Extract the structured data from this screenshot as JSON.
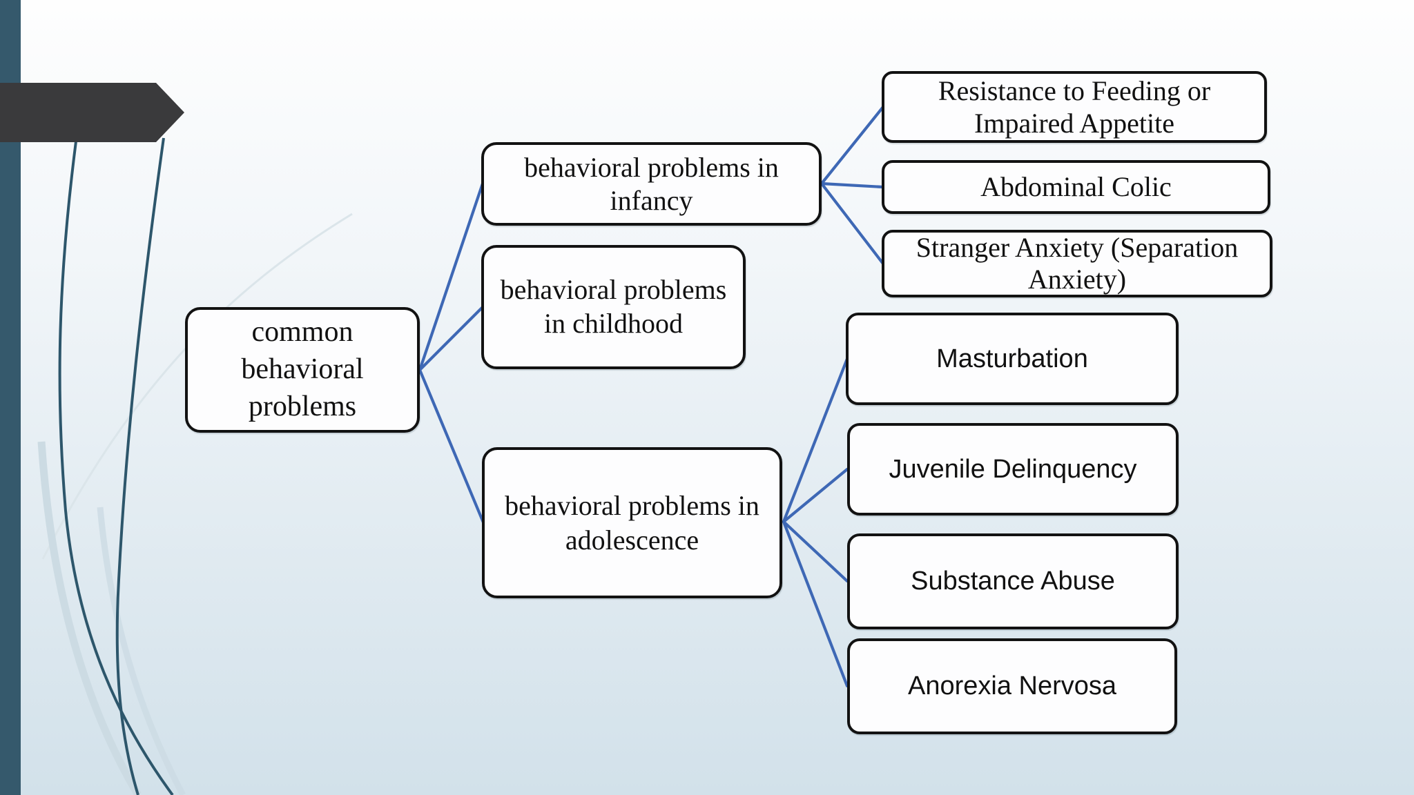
{
  "colors": {
    "connector_blue": "#3e68b5",
    "box_border": "#121212",
    "box_fill": "#fdfdfe",
    "accent_bar_teal": "#35596c",
    "arrow_charcoal": "#3a3a3c",
    "swoosh_dark": "#2d566b",
    "swoosh_light": "#ccdbe3",
    "background_top": "#fefefe",
    "background_bottom": "#d2e1ea",
    "text": "#111111"
  },
  "diagram": {
    "root": {
      "label": "common behavioral problems",
      "lines": [
        "common",
        "behavioral",
        "problems"
      ]
    },
    "branches": [
      {
        "label": "behavioral problems in infancy",
        "lines": [
          "behavioral problems in",
          "infancy"
        ],
        "children": [
          {
            "label": "Resistance to Feeding or Impaired Appetite",
            "lines": [
              "Resistance to Feeding or",
              "Impaired Appetite"
            ]
          },
          {
            "label": "Abdominal Colic",
            "lines": [
              "Abdominal Colic"
            ]
          },
          {
            "label": "Stranger Anxiety (Separation Anxiety)",
            "lines": [
              "Stranger Anxiety (Separation",
              "Anxiety)"
            ]
          }
        ]
      },
      {
        "label": "behavioral problems in childhood",
        "lines": [
          "behavioral problems",
          "in childhood"
        ],
        "children": []
      },
      {
        "label": "behavioral problems in adolescence",
        "lines": [
          "behavioral problems in",
          "adolescence"
        ],
        "children": [
          {
            "label": "Masturbation",
            "lines": [
              "Masturbation"
            ]
          },
          {
            "label": "Juvenile Delinquency",
            "lines": [
              "Juvenile Delinquency"
            ]
          },
          {
            "label": "Substance Abuse",
            "lines": [
              "Substance Abuse"
            ]
          },
          {
            "label": "Anorexia Nervosa",
            "lines": [
              "Anorexia Nervosa"
            ]
          }
        ]
      }
    ]
  }
}
